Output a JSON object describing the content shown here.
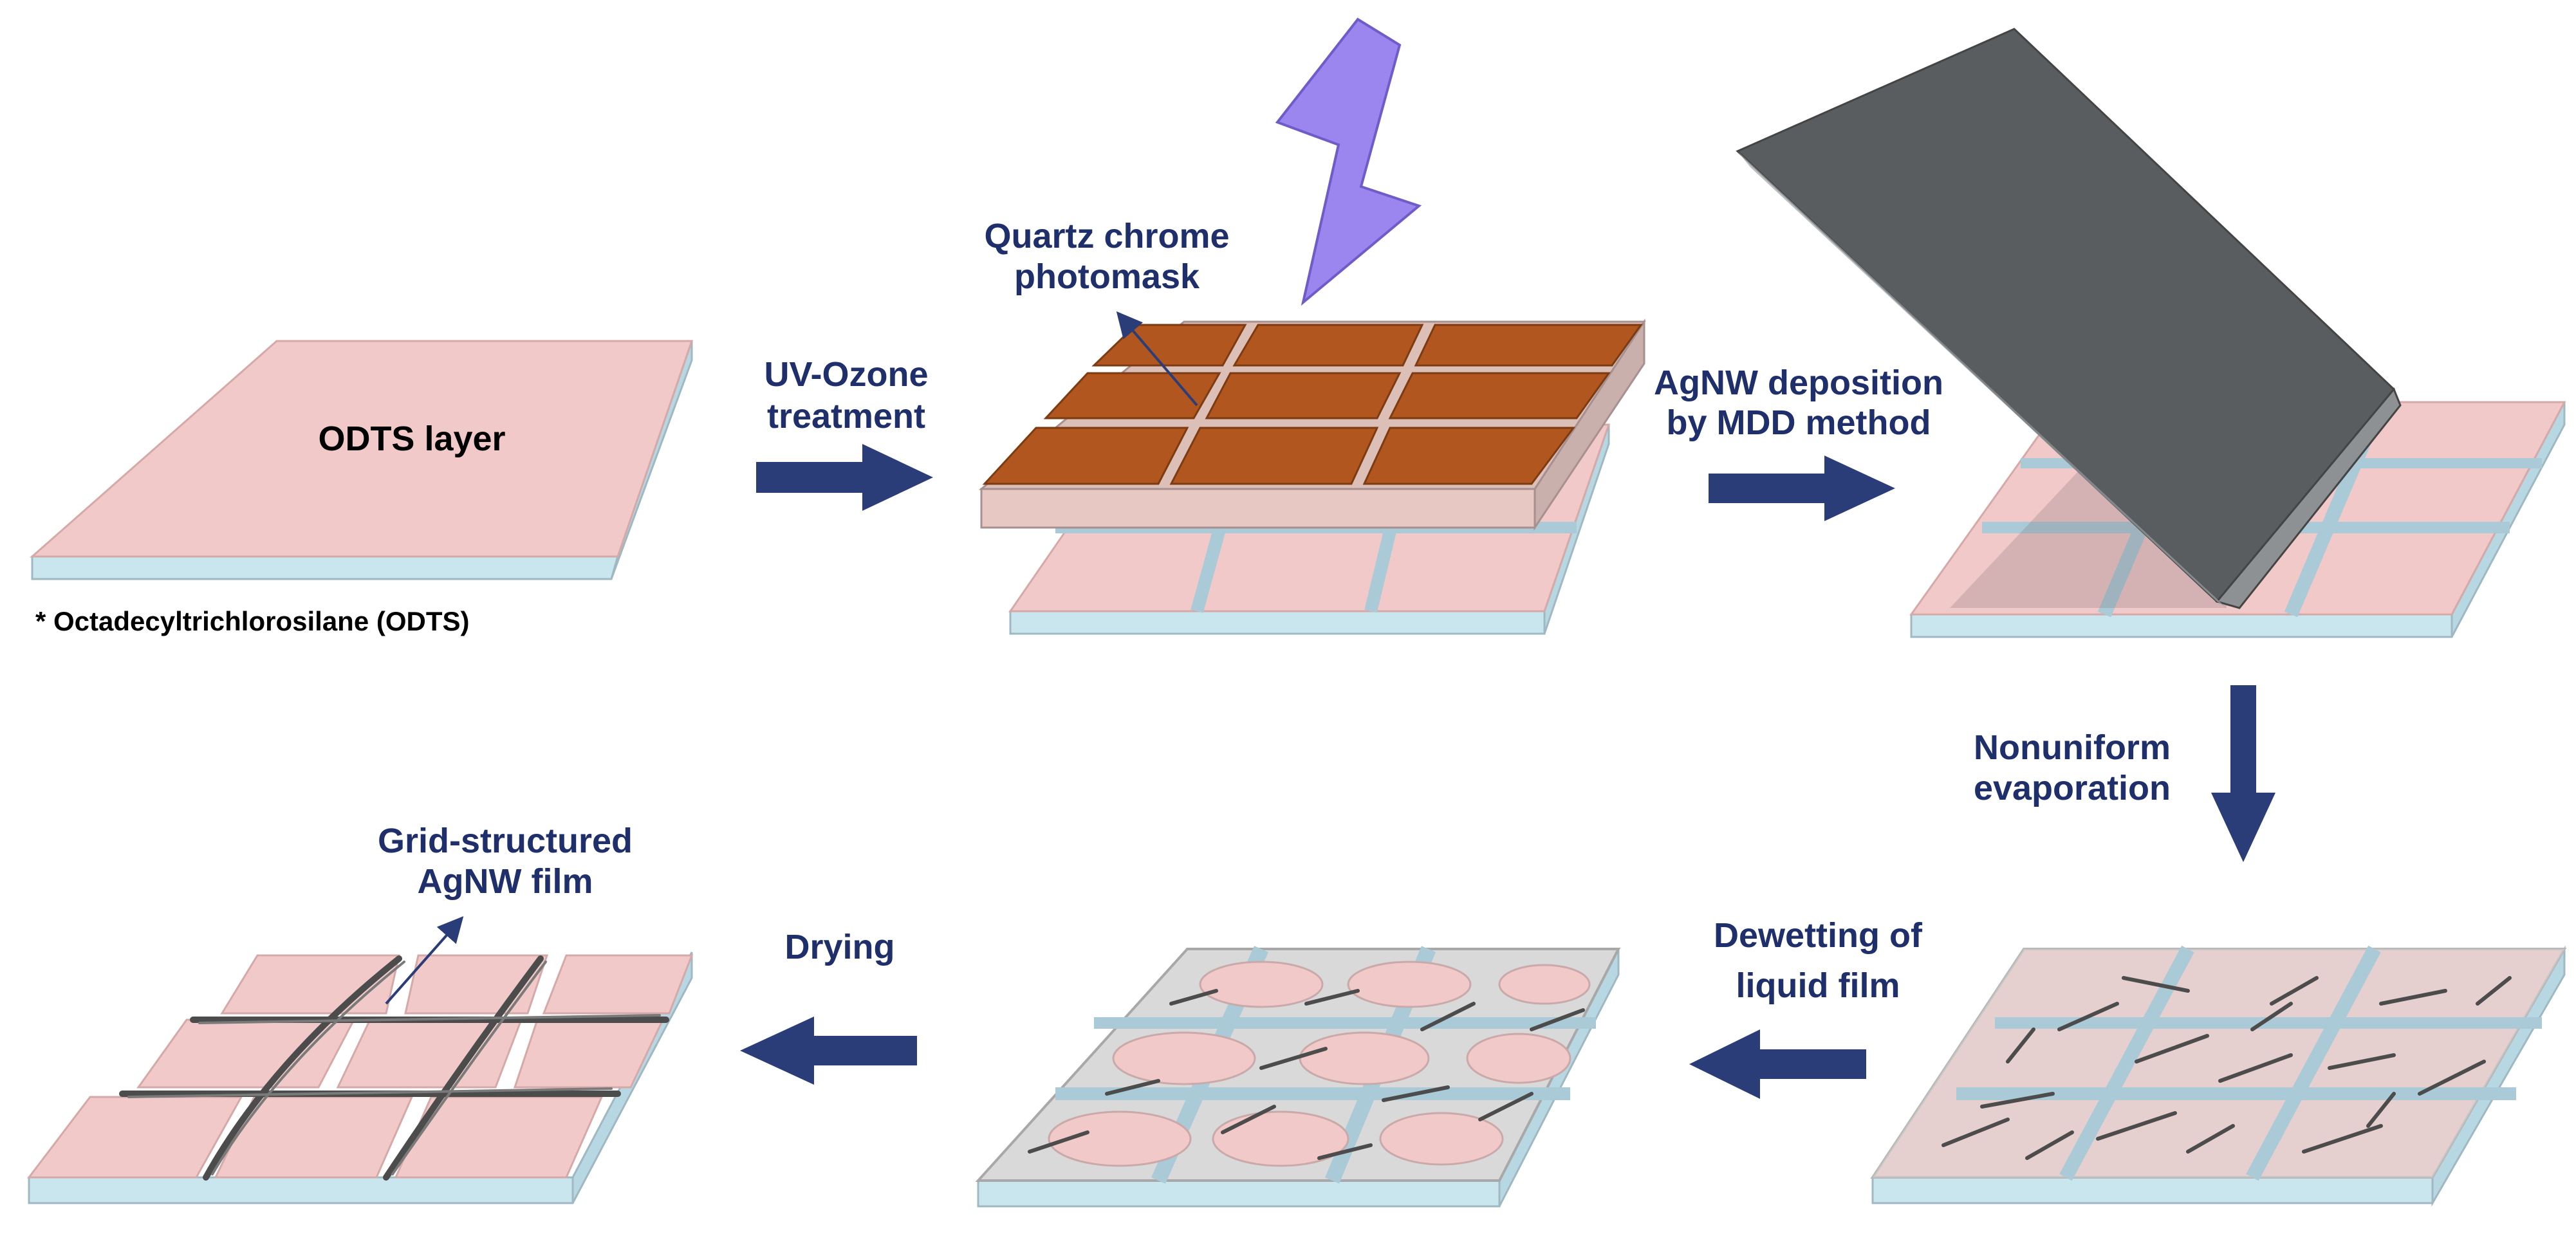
{
  "labels": {
    "odts_layer": "ODTS layer",
    "footnote": "* Octadecyltrichlorosilane (ODTS)",
    "uv_ozone_1": "UV-Ozone",
    "uv_ozone_2": "treatment",
    "photomask_1": "Quartz chrome",
    "photomask_2": "photomask",
    "agnw_dep_1": "AgNW deposition",
    "agnw_dep_2": "by MDD method",
    "nonuniform_1": "Nonuniform",
    "nonuniform_2": "evaporation",
    "dewetting_1": "Dewetting of",
    "dewetting_2": "liquid film",
    "drying": "Drying",
    "grid_film_1": "Grid-structured",
    "grid_film_2": "AgNW film"
  },
  "colors": {
    "substrate_top": "#f1c9c9",
    "substrate_side": "#c9e6ef",
    "grid_line": "#a9cad6",
    "mask_top": "#b0561e",
    "mask_side": "#7d3b12",
    "blade": "#5a5d60",
    "lightning": "#9a86ee",
    "arrow": "#2b3d78",
    "label_blue": "#1f2f6b"
  }
}
